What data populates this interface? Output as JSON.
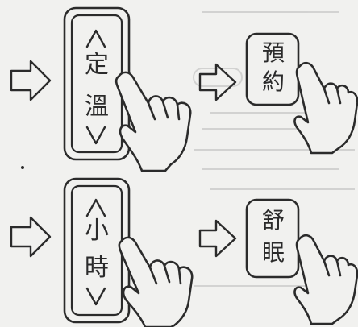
{
  "top_row": {
    "vertical_button": {
      "line1": "定",
      "line2": "溫"
    },
    "small_button": {
      "line1": "預",
      "line2": "約"
    }
  },
  "bottom_row": {
    "vertical_button": {
      "line1": "小",
      "line2": "時"
    },
    "small_button": {
      "line1": "舒",
      "line2": "眠"
    }
  },
  "icons": {
    "flow_arrow": "right-arrow-outline",
    "up": "chevron-up",
    "down": "chevron-down",
    "hand": "pointing-hand"
  },
  "colors": {
    "ink": "#2b2b2b",
    "paper": "#f1f1ef"
  }
}
